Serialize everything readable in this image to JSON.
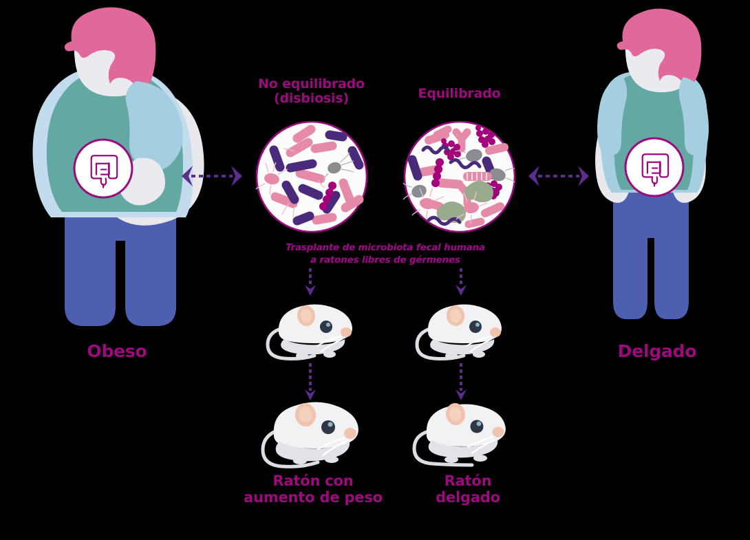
{
  "diagram": {
    "title_text_present": false,
    "background_color": "#000000",
    "accent_magenta": "#9c0a7e",
    "accent_purple": "#5b2d8e",
    "labels": {
      "left_person": "Obeso",
      "right_person": "Delgado",
      "left_circle": "No equilibrado\n(disbiosis)",
      "right_circle": "Equilibrado",
      "transfer": "Trasplante de microbiota fecal humana\na ratones libres de gérmenes",
      "left_mouse": "Ratón con\naumento de peso",
      "right_mouse": "Ratón\ndelgado"
    },
    "figures": {
      "obese_person": {
        "name": "Obeso",
        "hair_color": "#e0689a",
        "skin_color": "#ebebef",
        "shirt_color": "#63a8a3",
        "arm_color": "#a5cee0",
        "pants_color": "#4f5fb0",
        "gut_icon": "intestine-icon"
      },
      "lean_person": {
        "name": "Delgado",
        "hair_color": "#e0689a",
        "skin_color": "#ebebef",
        "shirt_color": "#63a8a3",
        "arm_color": "#a5cee0",
        "pants_color": "#4f5fb0",
        "gut_icon": "intestine-icon"
      }
    },
    "microbiome_circles": [
      {
        "id": "dysbiotic",
        "label": "No equilibrado\n(disbiosis)",
        "border_color": "#9c0a7e",
        "fill_color": "#fdfcfd",
        "diversity": "low",
        "morphotypes": [
          "pink-rod",
          "purple-rod",
          "magenta-coccus-chain",
          "gray-flagellate",
          "pink-flagellate"
        ]
      },
      {
        "id": "balanced",
        "label": "Equilibrado",
        "border_color": "#9c0a7e",
        "fill_color": "#fdfcfd",
        "diversity": "high",
        "morphotypes": [
          "pink-rod",
          "purple-rod",
          "magenta-berry-cluster",
          "sage-cluster",
          "gray-oval-flagellate",
          "purple-spiral",
          "y-shaped",
          "striped-rod",
          "pink-flagellate"
        ]
      }
    ],
    "mice": [
      {
        "id": "mouse-top-left",
        "state": "germ-free recipient",
        "body_color": "#f2f2f5",
        "ear_color": "#f0c3ac",
        "eye_color": "#2e3746"
      },
      {
        "id": "mouse-top-right",
        "state": "germ-free recipient",
        "body_color": "#f2f2f5",
        "ear_color": "#f0c3ac",
        "eye_color": "#2e3746"
      },
      {
        "id": "mouse-bottom-left",
        "state": "weight gain",
        "label": "Ratón con\naumento de peso",
        "body_color": "#f2f2f5",
        "ear_color": "#f0c3ac",
        "eye_color": "#2e3746"
      },
      {
        "id": "mouse-bottom-right",
        "state": "lean",
        "label": "Ratón\ndelgado",
        "body_color": "#f2f2f5",
        "ear_color": "#f0c3ac",
        "eye_color": "#2e3746"
      }
    ],
    "arrows": [
      {
        "id": "arrow-left-bidirectional",
        "type": "double-headed-dashed",
        "orientation": "horizontal",
        "color": "#5b2d8e"
      },
      {
        "id": "arrow-right-bidirectional",
        "type": "double-headed-dashed",
        "orientation": "horizontal",
        "color": "#5b2d8e"
      },
      {
        "id": "arrow-transfer-left",
        "type": "single-headed-dashed",
        "orientation": "down",
        "color": "#5b2d8e"
      },
      {
        "id": "arrow-transfer-right",
        "type": "single-headed-dashed",
        "orientation": "down",
        "color": "#5b2d8e"
      },
      {
        "id": "arrow-outcome-left",
        "type": "single-headed-dashed",
        "orientation": "down",
        "color": "#5b2d8e"
      },
      {
        "id": "arrow-outcome-right",
        "type": "single-headed-dashed",
        "orientation": "down",
        "color": "#5b2d8e"
      }
    ]
  }
}
